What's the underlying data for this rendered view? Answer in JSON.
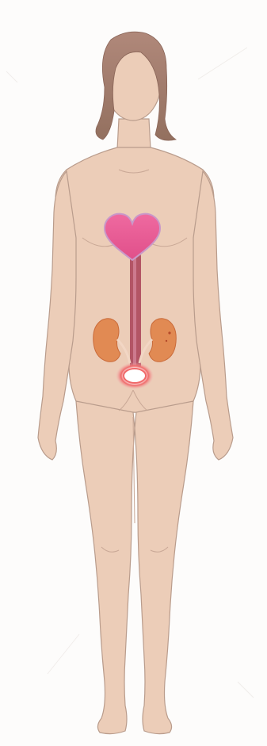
{
  "image": {
    "subject": "female-body-anatomy-illustration",
    "colors": {
      "background": "#fdfcfb",
      "skin": "#eccdb8",
      "skin_outline": "#b99c8c",
      "skin_shadow": "#dfbba5",
      "hair": "#a57e6e",
      "hair_dark": "#8a6558",
      "heart": "#e75b94",
      "heart_outline": "#c999c9",
      "vessel": "#b35565",
      "vessel_stripe": "#d98aa0",
      "kidney": "#e18a53",
      "kidney_dark": "#c96a39",
      "bladder_glow": "#f06a6a",
      "bladder_center": "#ffffff"
    },
    "organs": [
      "heart-icon",
      "kidney-left",
      "kidney-right",
      "vessel",
      "bladder"
    ]
  }
}
